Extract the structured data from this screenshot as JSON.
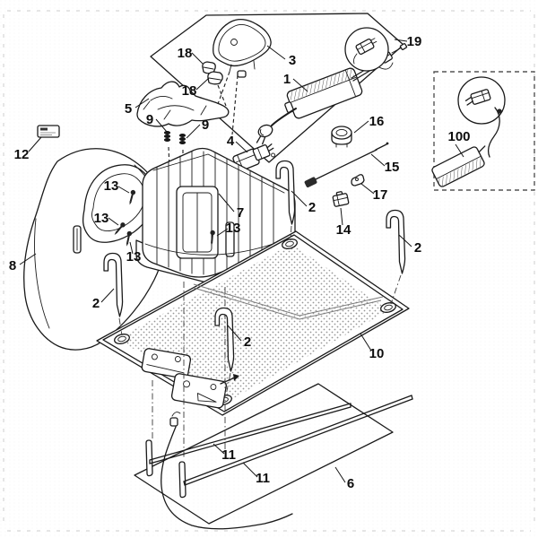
{
  "figure": {
    "kind": "exploded-parts-diagram",
    "subject": "robotic-mower-docking-station-kit",
    "background_color": "#ffffff",
    "line_color": "#1a1a1a"
  },
  "callouts": {
    "c1": "1",
    "c2": "2",
    "c3": "3",
    "c4": "4",
    "c5": "5",
    "c6": "6",
    "c7": "7",
    "c8": "8",
    "c9": "9",
    "c10": "10",
    "c11": "11",
    "c12": "12",
    "c13": "13",
    "c14": "14",
    "c15": "15",
    "c16": "16",
    "c17": "17",
    "c18": "18",
    "c19": "19",
    "c100": "100"
  },
  "parts": [
    {
      "number": "1",
      "role": "power-supply"
    },
    {
      "number": "2",
      "role": "fixing-stake"
    },
    {
      "number": "3",
      "role": "docking-hood-cover"
    },
    {
      "number": "4",
      "role": "connector-plug"
    },
    {
      "number": "5",
      "role": "contact-bracket"
    },
    {
      "number": "6",
      "role": "ground-sheet"
    },
    {
      "number": "7",
      "role": "docking-chassis"
    },
    {
      "number": "8",
      "role": "housing-cover"
    },
    {
      "number": "9",
      "role": "spring"
    },
    {
      "number": "10",
      "role": "base-plate"
    },
    {
      "number": "11",
      "role": "fixing-rod"
    },
    {
      "number": "12",
      "role": "rating-label"
    },
    {
      "number": "13",
      "role": "screw"
    },
    {
      "number": "14",
      "role": "terminal-block"
    },
    {
      "number": "15",
      "role": "contact-rod"
    },
    {
      "number": "16",
      "role": "sleeve"
    },
    {
      "number": "17",
      "role": "clip"
    },
    {
      "number": "18",
      "role": "cover-clip"
    },
    {
      "number": "19",
      "role": "plug-detail-inset"
    },
    {
      "number": "100",
      "role": "power-supply-assembly"
    }
  ]
}
